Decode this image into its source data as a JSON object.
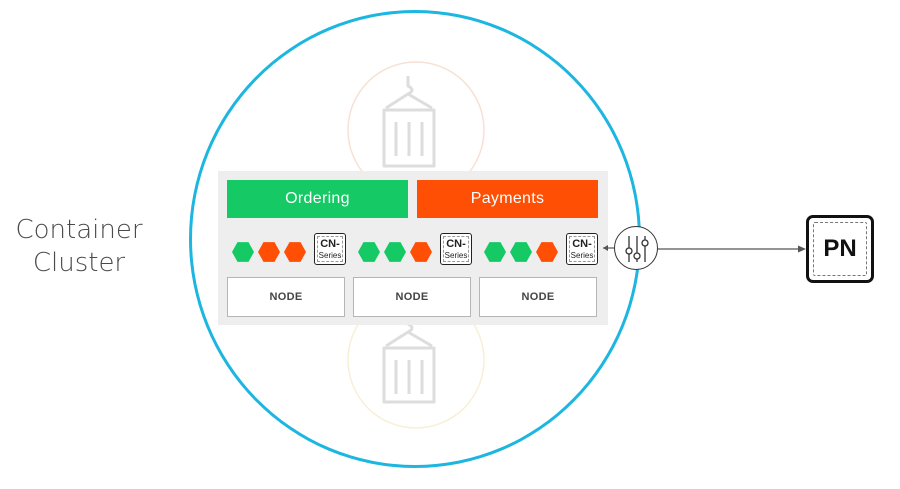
{
  "cluster_label": [
    "Container",
    "Cluster"
  ],
  "apps": [
    {
      "label": "Ordering",
      "color": "#15c965"
    },
    {
      "label": "Payments",
      "color": "#ff4f04"
    }
  ],
  "pod_groups": [
    {
      "pods": [
        "green",
        "red",
        "red"
      ],
      "cn": {
        "line1": "CN-",
        "line2": "Series"
      }
    },
    {
      "pods": [
        "green",
        "green",
        "red"
      ],
      "cn": {
        "line1": "CN-",
        "line2": "Series"
      }
    },
    {
      "pods": [
        "green",
        "green",
        "red"
      ],
      "cn": {
        "line1": "CN-",
        "line2": "Series"
      }
    }
  ],
  "nodes": [
    "NODE",
    "NODE",
    "NODE"
  ],
  "pn_label": "PN",
  "colors": {
    "cluster_ring": "#1cb6e0",
    "green": "#15c965",
    "red": "#ff4f04"
  },
  "icons": [
    "container-crane-icon",
    "policy-sliders-icon",
    "cn-series-icon"
  ]
}
